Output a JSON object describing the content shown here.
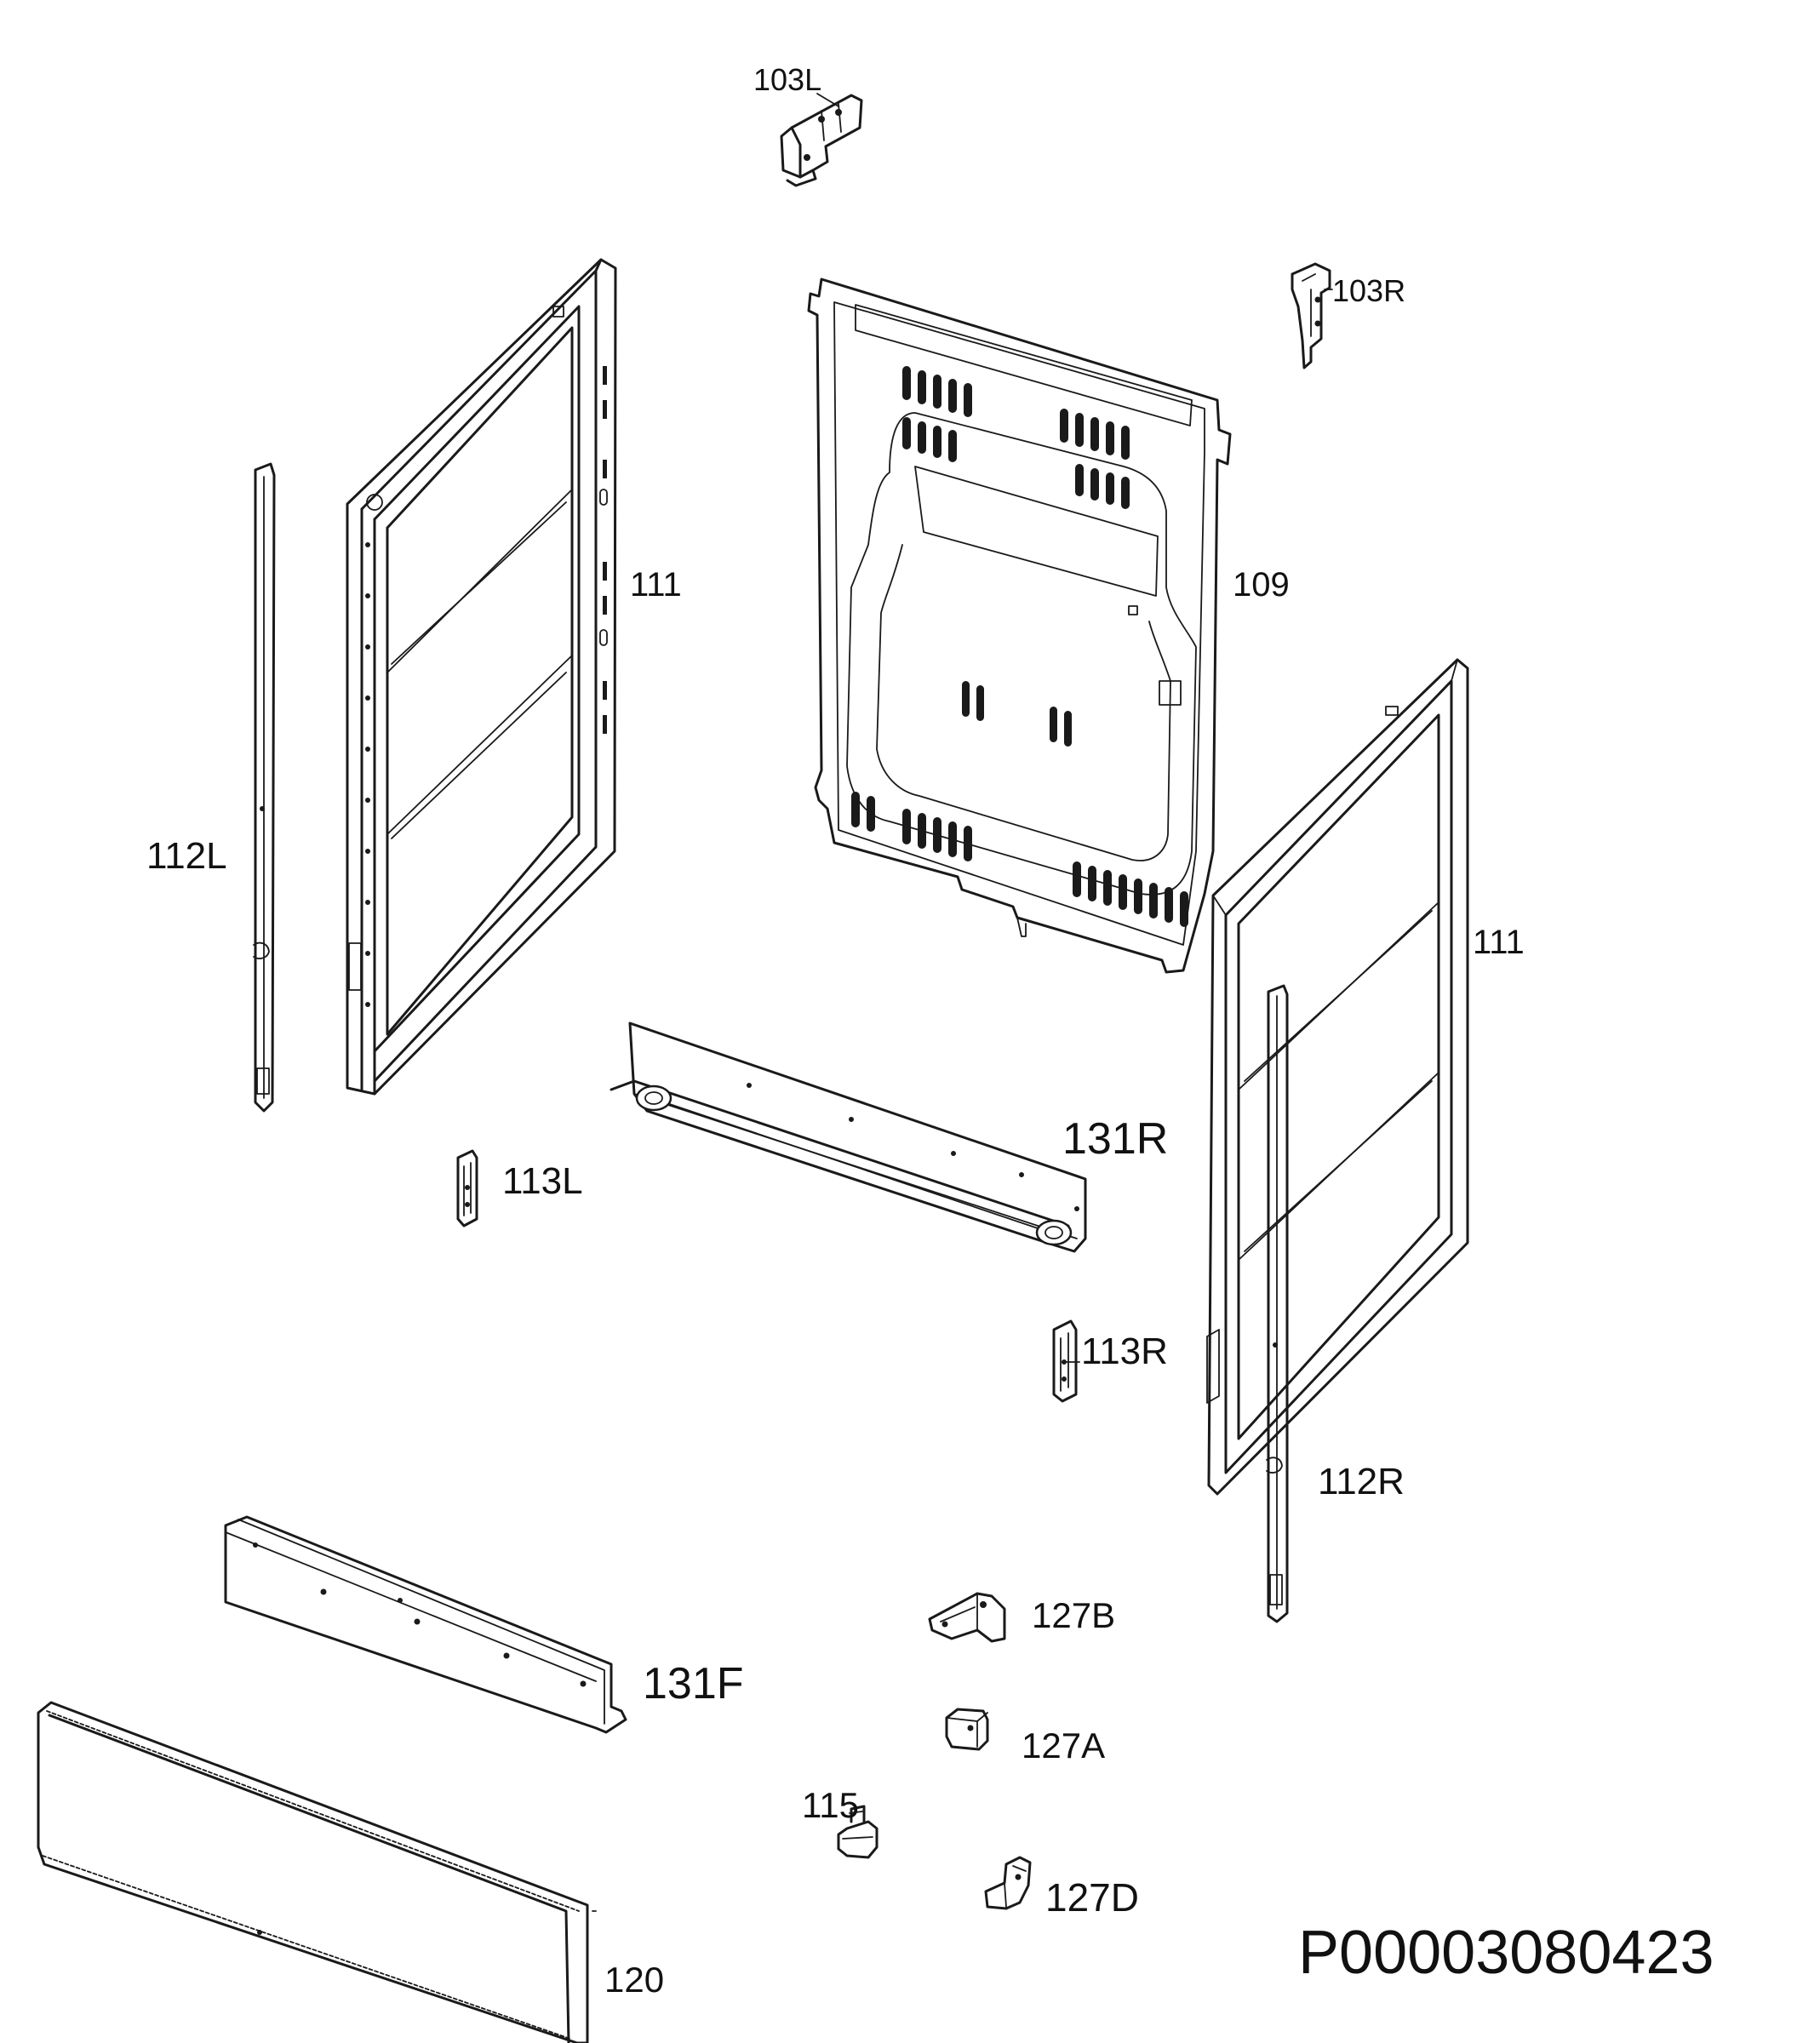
{
  "drawing_id": "P00003080423",
  "labels": {
    "p103L": "103L",
    "p103R": "103R",
    "p109": "109",
    "p111_left": "111",
    "p111_right": "111",
    "p112L": "112L",
    "p112R": "112R",
    "p113L": "113L",
    "p113R": "113R",
    "p131R": "131R",
    "p131F": "131F",
    "p127B": "127B",
    "p127A": "127A",
    "p127D": "127D",
    "p115": "115",
    "p120": "120"
  }
}
